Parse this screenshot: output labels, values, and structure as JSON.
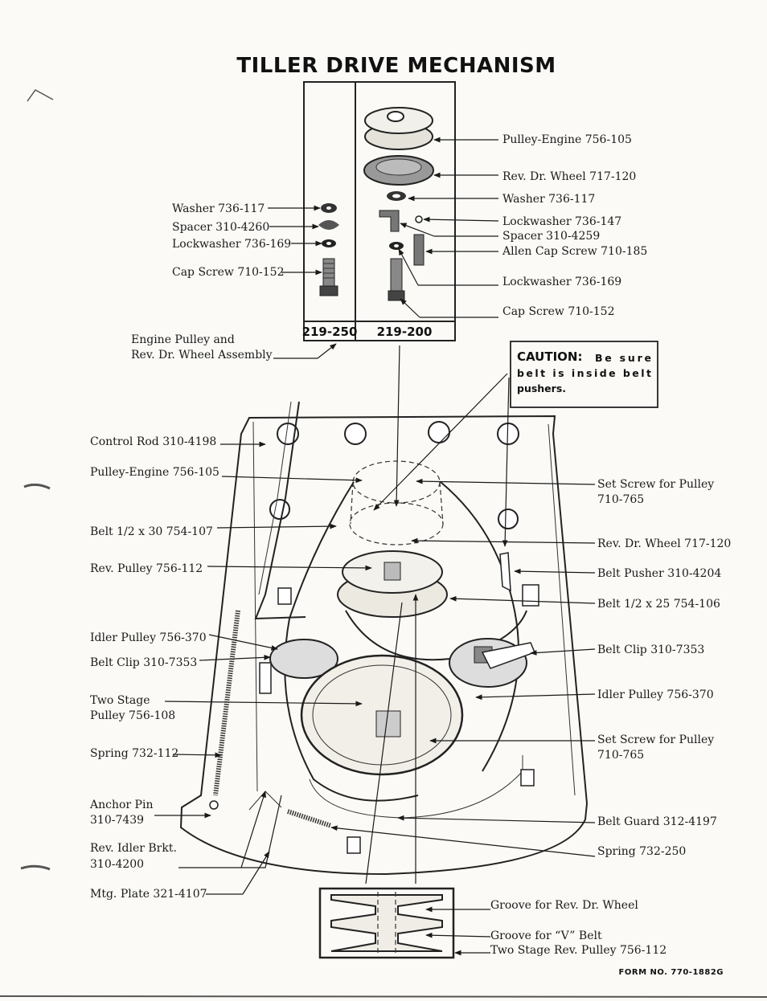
{
  "title": "TILLER DRIVE MECHANISM",
  "form_number": "FORM NO. 770-1882G",
  "caution": {
    "heading": "CAUTION:",
    "line1_rest": "Be sure",
    "line2": "belt is inside belt",
    "line3": "pushers."
  },
  "inset": {
    "panel_left_code": "219-250",
    "panel_right_code": "219-200",
    "assembly_label_line1": "Engine Pulley and",
    "assembly_label_line2": "Rev. Dr. Wheel Assembly"
  },
  "inset_labels_left": [
    "Washer 736-117",
    "Spacer 310-4260",
    "Lockwasher 736-169",
    "Cap Screw 710-152"
  ],
  "inset_labels_right": [
    "Pulley-Engine 756-105",
    "Rev. Dr. Wheel 717-120",
    "Washer 736-117",
    "Lockwasher 736-147",
    "Spacer 310-4259",
    "Allen Cap Screw 710-185",
    "Lockwasher 736-169",
    "Cap Screw 710-152"
  ],
  "main_labels_left": {
    "control_rod": "Control Rod 310-4198",
    "pulley_engine": "Pulley-Engine 756-105",
    "belt_30": "Belt 1/2 x 30 754-107",
    "rev_pulley": "Rev. Pulley 756-112",
    "idler_pulley": "Idler Pulley 756-370",
    "belt_clip": "Belt Clip 310-7353",
    "two_stage_1": "Two Stage",
    "two_stage_2": "Pulley 756-108",
    "spring_112": "Spring 732-112",
    "anchor_pin_1": "Anchor Pin",
    "anchor_pin_2": "310-7439",
    "rev_idler_1": "Rev. Idler Brkt.",
    "rev_idler_2": "310-4200",
    "mtg_plate": "Mtg. Plate 321-4107"
  },
  "main_labels_right": {
    "set_screw_a1": "Set Screw for Pulley",
    "set_screw_a2": "710-765",
    "rev_dr_wheel": "Rev. Dr. Wheel 717-120",
    "belt_pusher": "Belt Pusher 310-4204",
    "belt_25": "Belt 1/2 x 25 754-106",
    "belt_clip": "Belt Clip 310-7353",
    "idler_pulley": "Idler Pulley 756-370",
    "set_screw_b1": "Set Screw for Pulley",
    "set_screw_b2": "710-765",
    "belt_guard": "Belt Guard 312-4197",
    "spring_250": "Spring 732-250"
  },
  "bottom_labels": [
    "Groove for Rev. Dr. Wheel",
    "Groove for “V” Belt",
    "Two Stage Rev. Pulley 756-112"
  ]
}
